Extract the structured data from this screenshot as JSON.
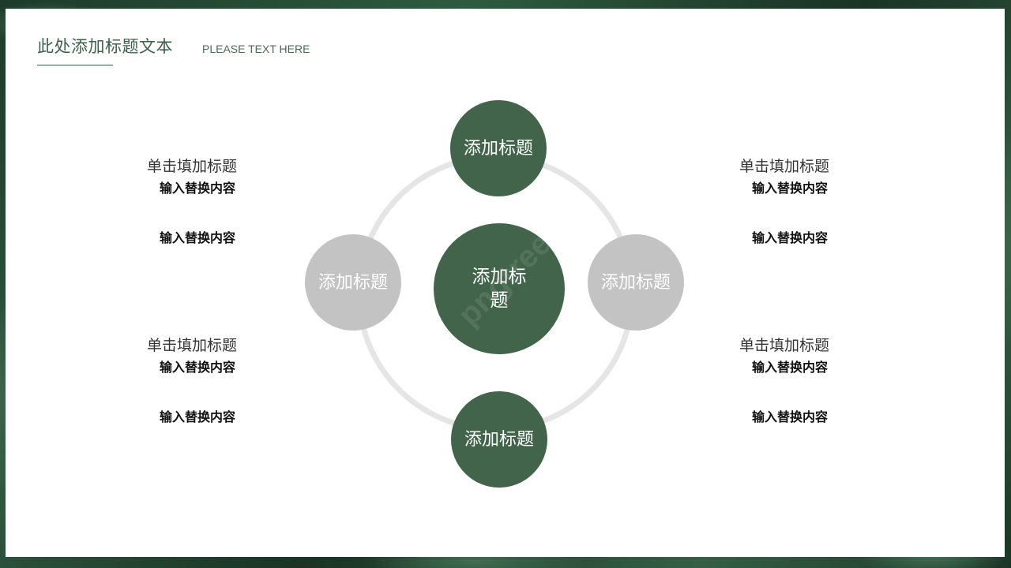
{
  "title": {
    "zh": "此处添加标题文本",
    "en": "PLEASE TEXT HERE"
  },
  "diagram": {
    "center": {
      "label": "添加标题"
    },
    "nodes": {
      "top": {
        "label": "添加标题"
      },
      "left": {
        "label": "添加标题"
      },
      "right": {
        "label": "添加标题"
      },
      "bottom": {
        "label": "添加标题"
      }
    },
    "watermark": "pngtree",
    "colors": {
      "primary": "#41644b",
      "secondary": "#c3c3c3",
      "ring": "#e5e5e5"
    }
  },
  "blocks": {
    "top_left": {
      "heading": "单击填加标题",
      "line1": "输入替换内容",
      "line2": "输入替换内容"
    },
    "bottom_left": {
      "heading": "单击填加标题",
      "line1": "输入替换内容",
      "line2": "输入替换内容"
    },
    "top_right": {
      "heading": "单击填加标题",
      "line1": "输入替换内容",
      "line2": "输入替换内容"
    },
    "bottom_right": {
      "heading": "单击填加标题",
      "line1": "输入替换内容",
      "line2": "输入替换内容"
    }
  }
}
